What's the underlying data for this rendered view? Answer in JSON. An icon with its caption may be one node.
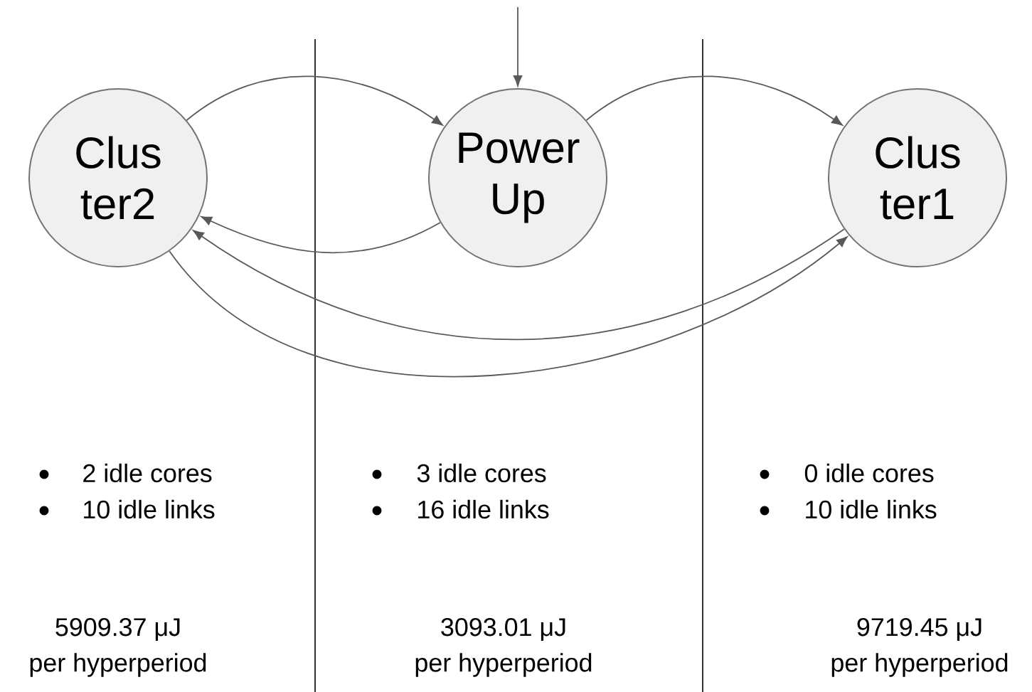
{
  "diagram": {
    "nodes": [
      {
        "text": [
          "Clus ter2"
        ]
      },
      {
        "text": [
          "Power Up"
        ]
      },
      {
        "text": [
          "Clus ter1"
        ]
      }
    ],
    "edges": [
      {
        "from": null,
        "to": 1,
        "arrow": "to"
      },
      {
        "from": 0,
        "to": 1,
        "arrow": "to"
      },
      {
        "from": 1,
        "to": 2,
        "arrow": "to"
      },
      {
        "from": 1,
        "to": 0,
        "arrow": "to"
      },
      {
        "from": 2,
        "to": 0,
        "arrow": "to"
      },
      {
        "from": 0,
        "to": 2,
        "arrow": "to"
      }
    ],
    "labels": [
      "2 idle cores",
      "10 idle links",
      "3 idle cores",
      "16 idle links",
      "0 idle cores",
      "10 idle links",
      "5909.37 μJ",
      "per hyperperiod",
      "3093.01 μJ",
      "per hyperperiod",
      "9719.45 μJ",
      "per hyperperiod"
    ]
  }
}
